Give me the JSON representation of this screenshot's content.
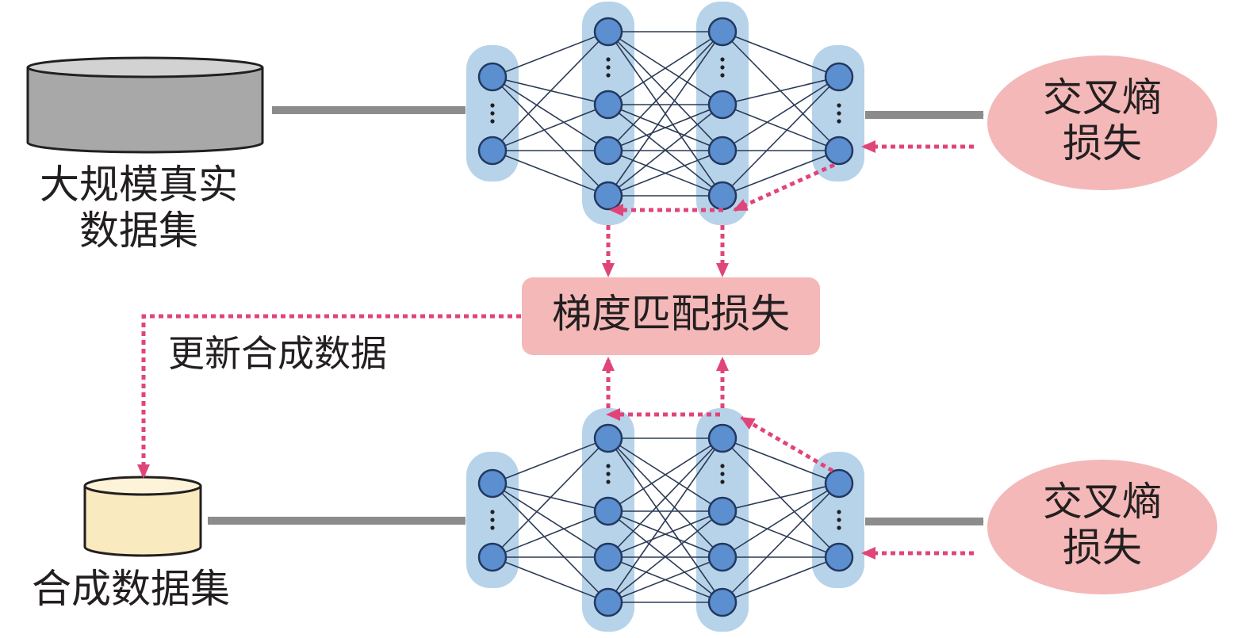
{
  "real_dataset": {
    "line1": "大规模真实",
    "line2": "数据集"
  },
  "synthetic_dataset": {
    "label": "合成数据集"
  },
  "top_loss": {
    "line1": "交叉熵",
    "line2": "损失"
  },
  "bottom_loss": {
    "line1": "交叉熵",
    "line2": "损失"
  },
  "gradient_loss": {
    "label": "梯度匹配损失"
  },
  "update_label": "更新合成数据",
  "colors": {
    "node_fill": "#5b8fd0",
    "node_stroke": "#23385f",
    "layer_bg": "#b7d3ea",
    "edge": "#2b3a55",
    "arrow_gray": "#8c8c8c",
    "dashed_pink": "#e0457a",
    "loss_fill": "#f4b8b8",
    "real_db_fill": "#a8a8a8",
    "synth_db_fill": "#faeabf"
  },
  "icons": [
    "database-icon",
    "neural-network-icon"
  ]
}
